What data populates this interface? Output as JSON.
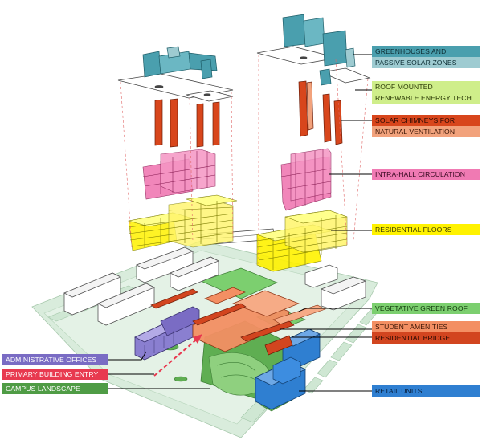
{
  "labels": {
    "greenhouses_1": "GREENHOUSES  AND",
    "greenhouses_2": "PASSIVE SOLAR ZONES",
    "roof_1": "ROOF MOUNTED",
    "roof_2": "RENEWABLE ENERGY TECH.",
    "chimney_1": "SOLAR CHIMNEYS FOR",
    "chimney_2": "NATURAL VENTILATION",
    "circulation": "INTRA-HALL CIRCULATION",
    "residential": "RESIDENTIAL FLOORS",
    "green_roof": "VEGETATIVE GREEN ROOF",
    "amenities": "STUDENT AMENITIES",
    "bridge": "RESIDENTIAL BRIDGE",
    "retail": "RETAIL UNITS",
    "admin": "ADMINISTRATIVE OFFICES",
    "entry": "PRIMARY BUILDING ENTRY",
    "landscape": "CAMPUS LANDSCAPE"
  },
  "colors": {
    "greenhouse": "#4a9fae",
    "greenhouse_light": "#9ecbd1",
    "roof": "#cfee8a",
    "chimney": "#d8461c",
    "chimney_light": "#f2a27c",
    "circulation": "#f07ab3",
    "residential": "#fff200",
    "green_roof": "#7ccf6f",
    "amenities": "#f38f63",
    "bridge": "#d2451f",
    "retail": "#2f7fd1",
    "admin": "#7a6cc4",
    "entry": "#e8394f",
    "landscape": "#4f9c45"
  }
}
